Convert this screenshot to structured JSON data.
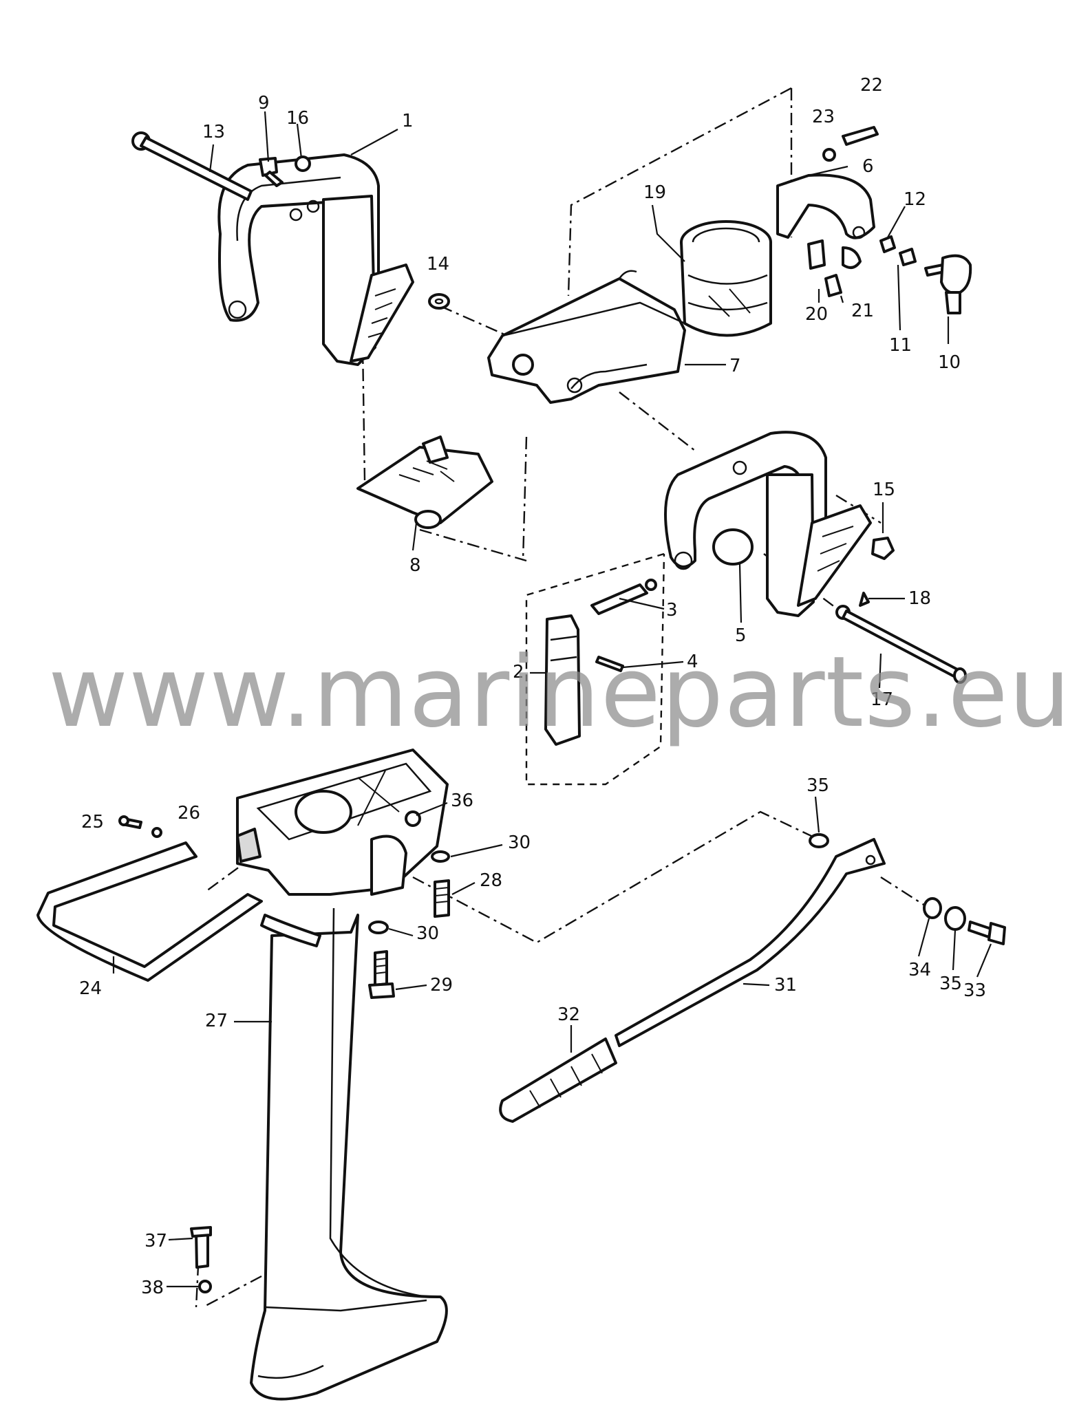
{
  "watermark": "www.marineparts.eu",
  "callouts": {
    "c1": "1",
    "c2": "2",
    "c3": "3",
    "c4": "4",
    "c5": "5",
    "c6": "6",
    "c7": "7",
    "c8": "8",
    "c9": "9",
    "c10": "10",
    "c11": "11",
    "c12": "12",
    "c13": "13",
    "c14": "14",
    "c15": "15",
    "c16": "16",
    "c17": "17",
    "c18": "18",
    "c19": "19",
    "c20": "20",
    "c21": "21",
    "c22": "22",
    "c23": "23",
    "c24": "24",
    "c25": "25",
    "c26": "26",
    "c27": "27",
    "c28": "28",
    "c29": "29",
    "c30a": "30",
    "c30b": "30",
    "c31": "31",
    "c32": "32",
    "c33": "33",
    "c34": "34",
    "c35a": "35",
    "c35b": "35",
    "c36": "36",
    "c37": "37",
    "c38": "38"
  }
}
